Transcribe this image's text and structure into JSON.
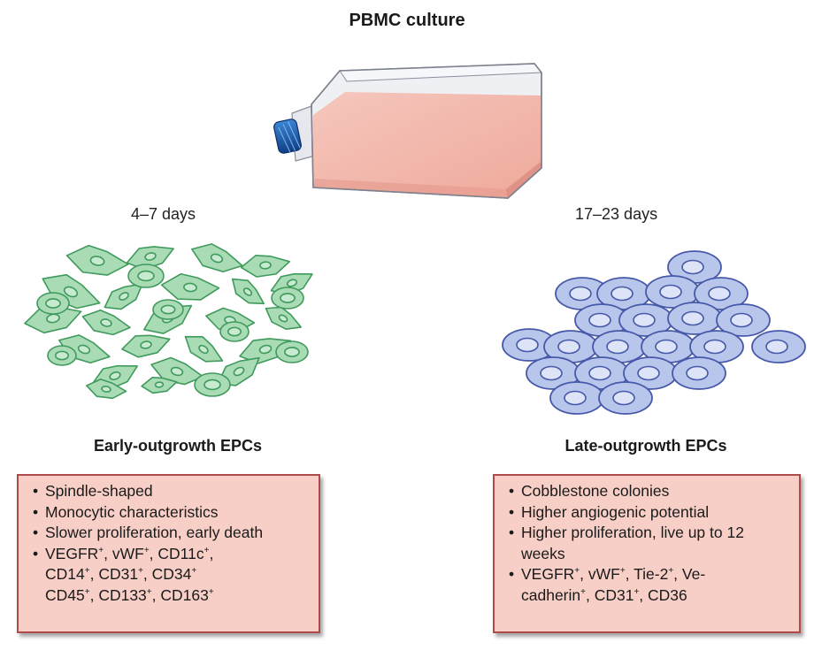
{
  "title": "PBMC culture",
  "early": {
    "duration": "4–7 days",
    "title": "Early-outgrowth EPCs",
    "items": [
      "Spindle-shaped",
      "Monocytic characteristics",
      "Slower proliferation, early death"
    ],
    "markers": [
      [
        {
          "t": "VEGFR",
          "s": "+"
        },
        {
          "t": ", vWF",
          "s": "+"
        },
        {
          "t": ", CD11c",
          "s": "+"
        },
        {
          "t": ",",
          "s": ""
        }
      ],
      [
        {
          "t": "CD14",
          "s": "+"
        },
        {
          "t": ", CD31",
          "s": "+"
        },
        {
          "t": ", CD34",
          "s": "+"
        }
      ],
      [
        {
          "t": "CD45",
          "s": "+"
        },
        {
          "t": ", CD133",
          "s": "+"
        },
        {
          "t": ", CD163",
          "s": "+"
        }
      ]
    ]
  },
  "late": {
    "duration": "17–23 days",
    "title": "Late-outgrowth EPCs",
    "items": [
      "Cobblestone colonies",
      "Higher angiogenic potential",
      "Higher proliferation, live up to 12 weeks"
    ],
    "markers": [
      [
        {
          "t": "VEGFR",
          "s": "+"
        },
        {
          "t": ", vWF",
          "s": "+"
        },
        {
          "t": ", Tie-2",
          "s": "+"
        },
        {
          "t": ", Ve-",
          "s": ""
        }
      ],
      [
        {
          "t": "cadherin",
          "s": "+"
        },
        {
          "t": ", CD31",
          "s": "+"
        },
        {
          "t": ", CD36",
          "s": ""
        }
      ]
    ]
  },
  "colors": {
    "flask_media": "#f2b8ad",
    "flask_cap": "#1f63b5",
    "early_cell": "#a9dcb5",
    "early_cell_stroke": "#3f9a5c",
    "late_cell": "#b9c6ec",
    "late_cell_stroke": "#4659a8",
    "box_fill": "#f7cfc7",
    "box_stroke": "#b04a4a"
  }
}
